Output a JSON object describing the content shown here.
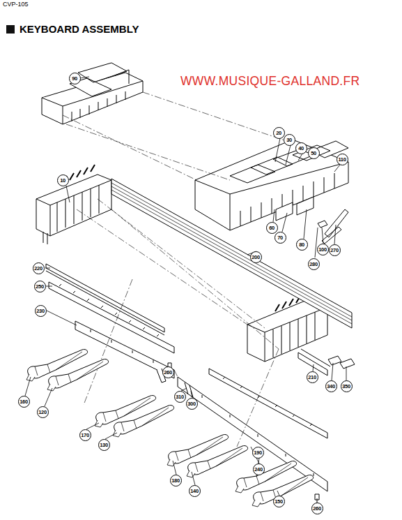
{
  "diagram": {
    "title": "KEYBOARD ASSEMBLY",
    "labels": [
      "CVP-105",
      "WWW.MUSIQUE-GALLAND.FR",
      "90",
      "20",
      "30",
      "40",
      "50",
      "110",
      "10",
      "60",
      "70",
      "80",
      "100",
      "270",
      "280",
      "200",
      "220",
      "250",
      "230",
      "210",
      "340",
      "350",
      "160",
      "120",
      "260",
      "310",
      "300",
      "170",
      "130",
      "180",
      "140",
      "190",
      "150",
      "240",
      "260"
    ]
  }
}
